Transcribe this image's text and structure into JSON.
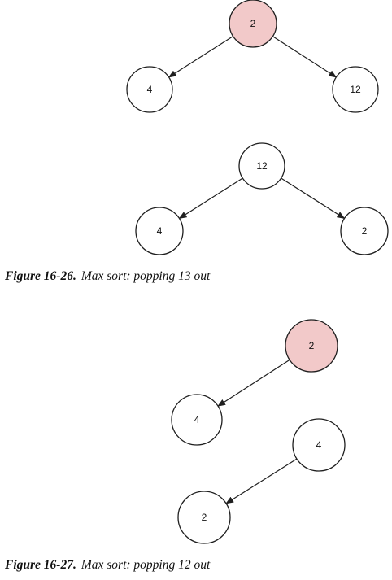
{
  "colors": {
    "highlight_fill": "#f2c9c9",
    "highlight_stroke": "#c47a7a",
    "normal_fill": "#ffffff",
    "edge": "#1f1f1f"
  },
  "figures": [
    {
      "id": "fig-16-26",
      "caption_label": "Figure 16-26.",
      "caption_text": "Max sort: popping 13 out",
      "trees": [
        {
          "nodes": [
            {
              "id": "a_root",
              "label": "2",
              "highlighted": true
            },
            {
              "id": "a_left",
              "label": "4",
              "highlighted": false
            },
            {
              "id": "a_right",
              "label": "12",
              "highlighted": false
            }
          ],
          "edges": [
            {
              "from": "a_root",
              "to": "a_left"
            },
            {
              "from": "a_root",
              "to": "a_right"
            }
          ]
        },
        {
          "nodes": [
            {
              "id": "b_root",
              "label": "12",
              "highlighted": false
            },
            {
              "id": "b_left",
              "label": "4",
              "highlighted": false
            },
            {
              "id": "b_right",
              "label": "2",
              "highlighted": false
            }
          ],
          "edges": [
            {
              "from": "b_root",
              "to": "b_left"
            },
            {
              "from": "b_root",
              "to": "b_right"
            }
          ]
        }
      ]
    },
    {
      "id": "fig-16-27",
      "caption_label": "Figure 16-27.",
      "caption_text": "Max sort: popping 12 out",
      "trees": [
        {
          "nodes": [
            {
              "id": "c_root",
              "label": "2",
              "highlighted": true
            },
            {
              "id": "c_left",
              "label": "4",
              "highlighted": false
            }
          ],
          "edges": [
            {
              "from": "c_root",
              "to": "c_left"
            }
          ]
        },
        {
          "nodes": [
            {
              "id": "d_root",
              "label": "4",
              "highlighted": false
            },
            {
              "id": "d_left",
              "label": "2",
              "highlighted": false
            }
          ],
          "edges": [
            {
              "from": "d_root",
              "to": "d_left"
            }
          ]
        }
      ]
    }
  ]
}
